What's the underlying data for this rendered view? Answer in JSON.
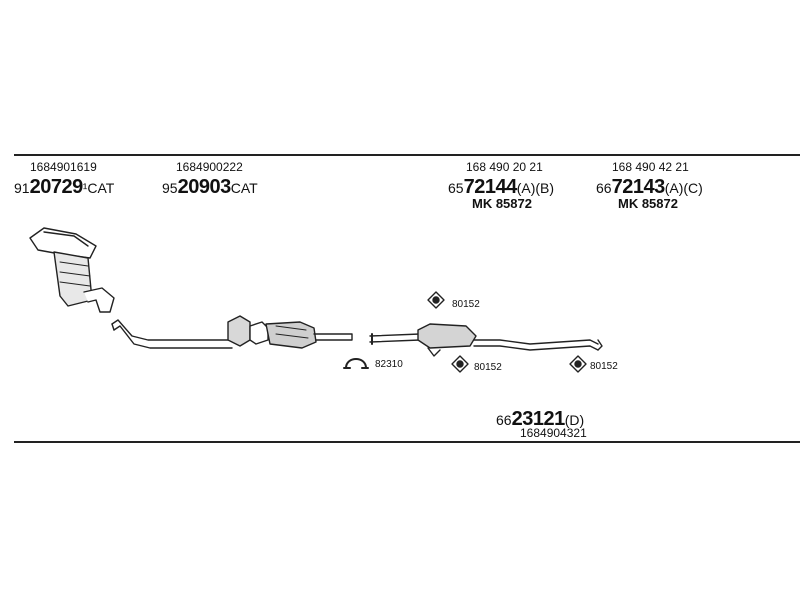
{
  "parts": {
    "cat1": {
      "ref": "1684901619",
      "prefix": "91",
      "number": "20729",
      "suffix": "¹CAT"
    },
    "cat2": {
      "ref": "1684900222",
      "prefix": "95",
      "number": "20903",
      "suffix": "CAT"
    },
    "mid": {
      "ref": "168 490 20 21",
      "prefix": "65",
      "number": "72144",
      "suffix": "(A)(B)",
      "mk": "MK  85872"
    },
    "rear": {
      "ref": "168 490 42 21",
      "prefix": "66",
      "number": "72143",
      "suffix": "(A)(C)",
      "mk": "MK  85872"
    },
    "bottom": {
      "prefix": "66",
      "number": "23121",
      "suffix": "(D)",
      "ref": "1684904321"
    }
  },
  "hardware": {
    "rubber_top": "80152",
    "clamp": "82310",
    "rubber_mid": "80152",
    "rubber_rear": "80152"
  }
}
